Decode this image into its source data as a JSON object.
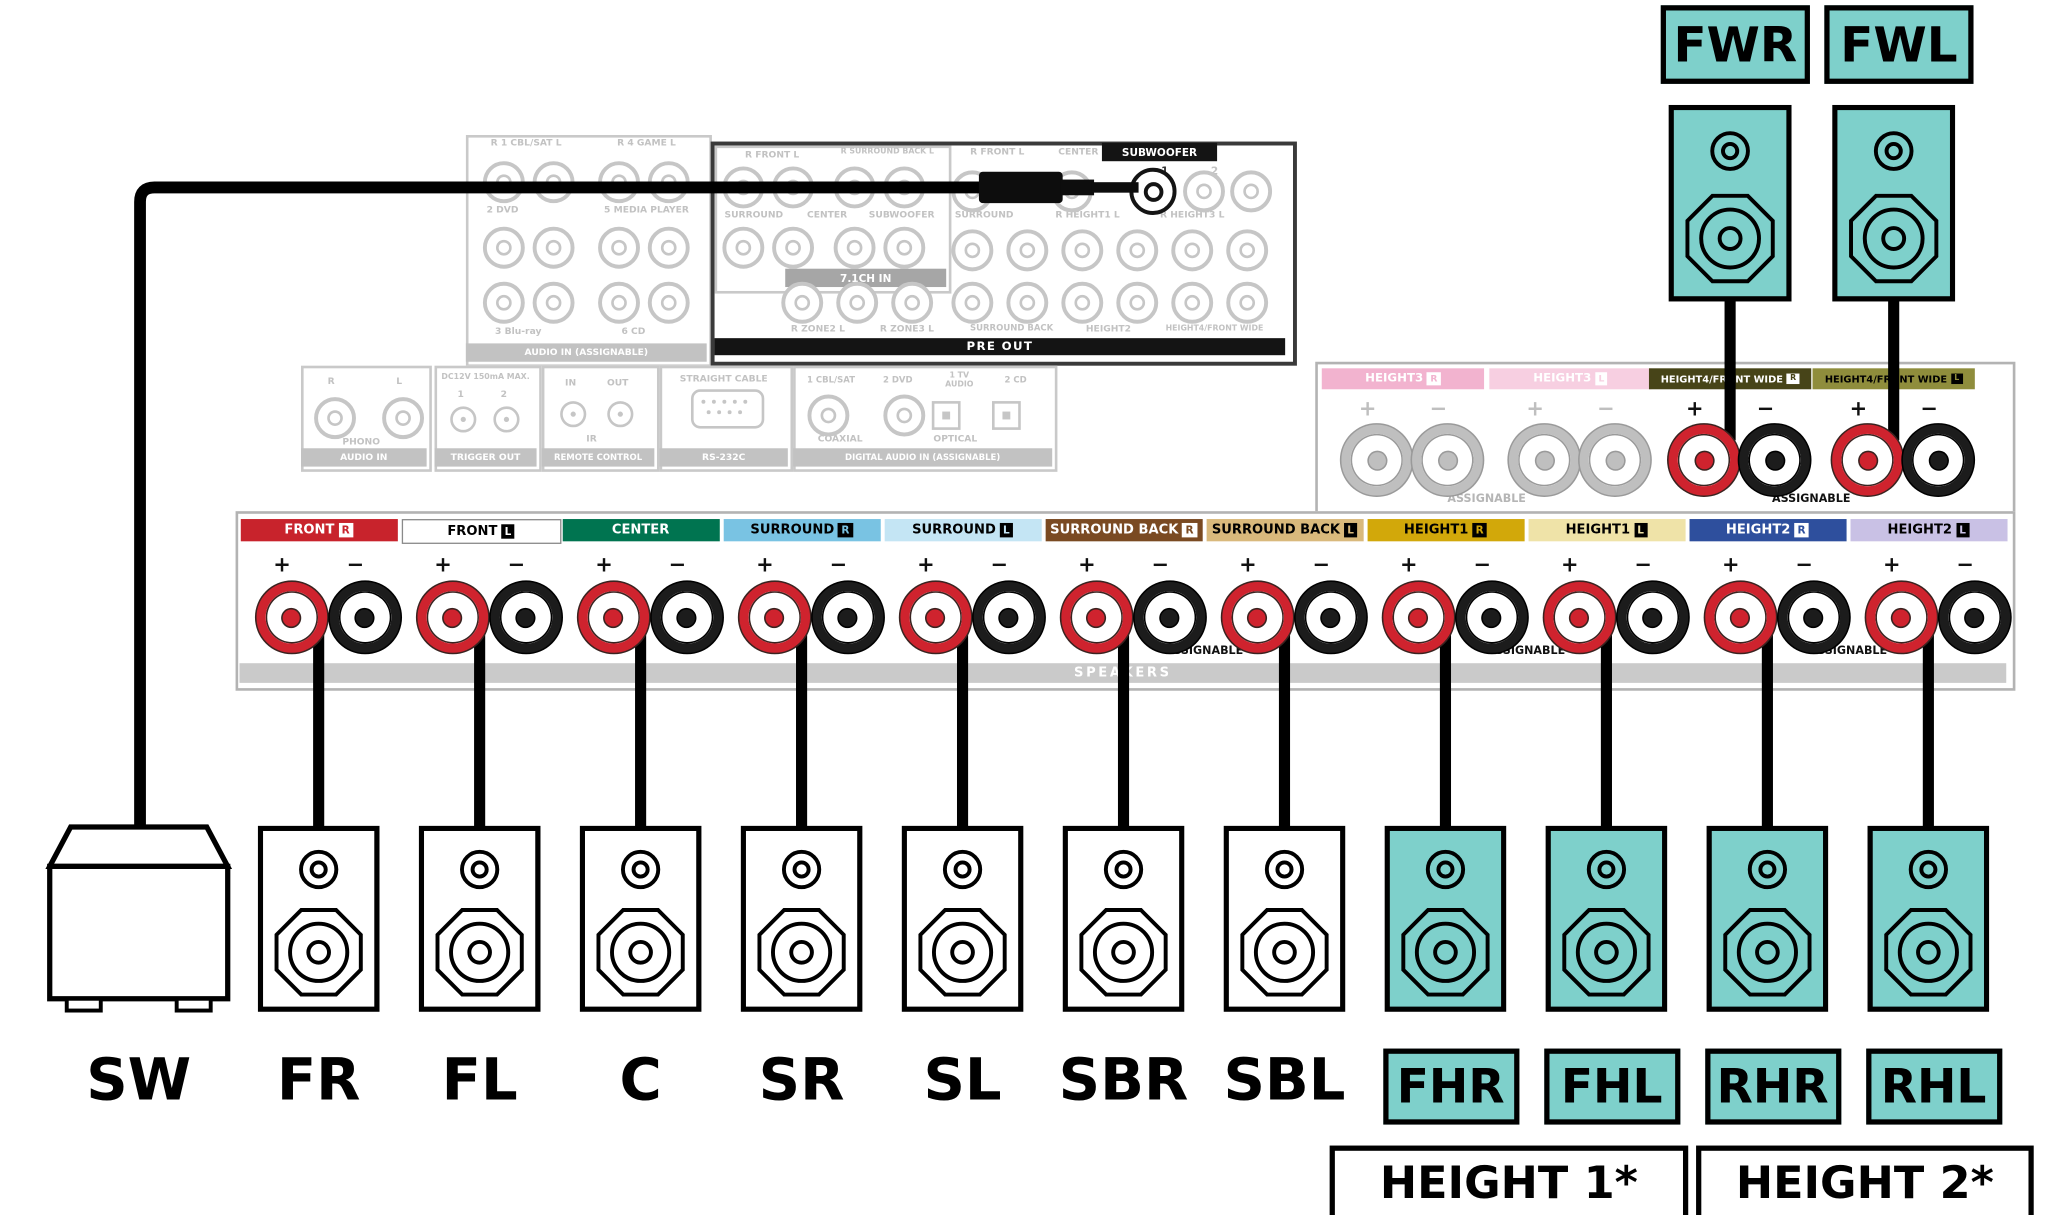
{
  "colors": {
    "teal": "#7ed0cb",
    "wire": "#000000",
    "post_red": "#cf232e",
    "post_black": "#1c1c1c",
    "post_gray": "#bfbfbf",
    "faint": "#c6c6c6"
  },
  "front_wide": [
    {
      "id": "fwr",
      "label": "FWR"
    },
    {
      "id": "fwl",
      "label": "FWL"
    }
  ],
  "rear_panel": {
    "analog_in": {
      "cbl_sat": "R 1 CBL/SAT L",
      "game": "R 4 GAME L",
      "dvd": "2 DVD",
      "media_player": "5 MEDIA PLAYER",
      "bluray": "3 Blu-ray",
      "cd": "6 CD",
      "band": "AUDIO IN (ASSIGNABLE)"
    },
    "ch71": {
      "front_lab": "R FRONT L",
      "sb_lab": "R SURROUND BACK L",
      "surround": "SURROUND",
      "center": "CENTER",
      "subwoofer": "SUBWOOFER",
      "band": "7.1CH IN"
    },
    "pre_out": {
      "front_lab": "R FRONT L",
      "center": "CENTER",
      "subwoofer": "SUBWOOFER",
      "jack1": "1",
      "jack2": "2",
      "surround": "SURROUND",
      "height1_lab": "R HEIGHT1 L",
      "height3_lab": "R HEIGHT3 L",
      "zone2_lab": "R ZONE2 L",
      "zone3_lab": "R ZONE3 L",
      "surround_back": "SURROUND BACK",
      "height2": "HEIGHT2",
      "height4": "HEIGHT4/FRONT WIDE",
      "band": "PRE OUT"
    },
    "phono": {
      "r": "R",
      "l": "L",
      "label": "PHONO",
      "band": "AUDIO IN"
    },
    "trigger": {
      "top": "DC12V 150mA MAX.",
      "n1": "1",
      "n2": "2",
      "band": "TRIGGER OUT"
    },
    "remote": {
      "in": "IN",
      "out": "OUT",
      "ir": "IR",
      "band": "REMOTE CONTROL"
    },
    "rs232": {
      "top": "STRAIGHT CABLE",
      "band": "RS-232C"
    },
    "digital": {
      "cbl_sat": "1 CBL/SAT",
      "dvd": "2 DVD",
      "tv_audio": "1 TV\nAUDIO",
      "cd": "2 CD",
      "coaxial": "COAXIAL",
      "optical": "OPTICAL",
      "band": "DIGITAL AUDIO IN (ASSIGNABLE)"
    }
  },
  "terminals": {
    "speakers_band": "SPEAKERS",
    "assignable": "ASSIGNABLE",
    "plus": "+",
    "minus": "−",
    "groups": [
      {
        "id": "front-r",
        "label": "FRONT",
        "side": "R",
        "band_bg": "#c8232c",
        "band_fg": "#ffffff"
      },
      {
        "id": "front-l",
        "label": "FRONT",
        "side": "L",
        "band_bg": "#ffffff",
        "band_fg": "#000000"
      },
      {
        "id": "center",
        "label": "CENTER",
        "side": "",
        "band_bg": "#007450",
        "band_fg": "#ffffff"
      },
      {
        "id": "surround-r",
        "label": "SURROUND",
        "side": "R",
        "band_bg": "#79c3e3",
        "band_fg": "#000000"
      },
      {
        "id": "surround-l",
        "label": "SURROUND",
        "side": "L",
        "band_bg": "#c4e5f4",
        "band_fg": "#000000"
      },
      {
        "id": "surround-back-r",
        "label": "SURROUND BACK",
        "side": "R",
        "band_bg": "#7a4a22",
        "band_fg": "#ffffff"
      },
      {
        "id": "surround-back-l",
        "label": "SURROUND BACK",
        "side": "L",
        "band_bg": "#d9b97c",
        "band_fg": "#000000"
      },
      {
        "id": "height1-r",
        "label": "HEIGHT1",
        "side": "R",
        "band_bg": "#d2a80a",
        "band_fg": "#000000"
      },
      {
        "id": "height1-l",
        "label": "HEIGHT1",
        "side": "L",
        "band_bg": "#efe3a8",
        "band_fg": "#000000"
      },
      {
        "id": "height2-r",
        "label": "HEIGHT2",
        "side": "R",
        "band_bg": "#2e4f9d",
        "band_fg": "#ffffff"
      },
      {
        "id": "height2-l",
        "label": "HEIGHT2",
        "side": "L",
        "band_bg": "#c9c1e5",
        "band_fg": "#000000"
      }
    ]
  },
  "height_panel": {
    "assignable": "ASSIGNABLE",
    "groups": [
      {
        "id": "height3-r",
        "label": "HEIGHT3",
        "side": "R",
        "band_bg": "#f2b3cf",
        "band_fg": "#ffffff",
        "active": false
      },
      {
        "id": "height3-l",
        "label": "HEIGHT3",
        "side": "L",
        "band_bg": "#f7cfe1",
        "band_fg": "#ffffff",
        "active": false
      },
      {
        "id": "height4-r",
        "label": "HEIGHT4/FRONT WIDE",
        "side": "R",
        "band_bg": "#474418",
        "band_fg": "#ffffff",
        "active": true
      },
      {
        "id": "height4-l",
        "label": "HEIGHT4/FRONT WIDE",
        "side": "L",
        "band_bg": "#8f8d3c",
        "band_fg": "#000000",
        "active": true
      }
    ]
  },
  "bottom": {
    "speakers": [
      {
        "id": "sw",
        "label": "SW",
        "type": "subwoofer",
        "teal": false
      },
      {
        "id": "fr",
        "label": "FR",
        "type": "speaker",
        "teal": false
      },
      {
        "id": "fl",
        "label": "FL",
        "type": "speaker",
        "teal": false
      },
      {
        "id": "c",
        "label": "C",
        "type": "speaker",
        "teal": false
      },
      {
        "id": "sr",
        "label": "SR",
        "type": "speaker",
        "teal": false
      },
      {
        "id": "sl",
        "label": "SL",
        "type": "speaker",
        "teal": false
      },
      {
        "id": "sbr",
        "label": "SBR",
        "type": "speaker",
        "teal": false
      },
      {
        "id": "sbl",
        "label": "SBL",
        "type": "speaker",
        "teal": false
      },
      {
        "id": "fhr",
        "label": "FHR",
        "type": "speaker",
        "teal": true
      },
      {
        "id": "fhl",
        "label": "FHL",
        "type": "speaker",
        "teal": true
      },
      {
        "id": "rhr",
        "label": "RHR",
        "type": "speaker",
        "teal": true
      },
      {
        "id": "rhl",
        "label": "RHL",
        "type": "speaker",
        "teal": true
      }
    ],
    "group_boxes": [
      {
        "id": "height1",
        "label": "HEIGHT 1*"
      },
      {
        "id": "height2",
        "label": "HEIGHT 2*"
      }
    ]
  }
}
